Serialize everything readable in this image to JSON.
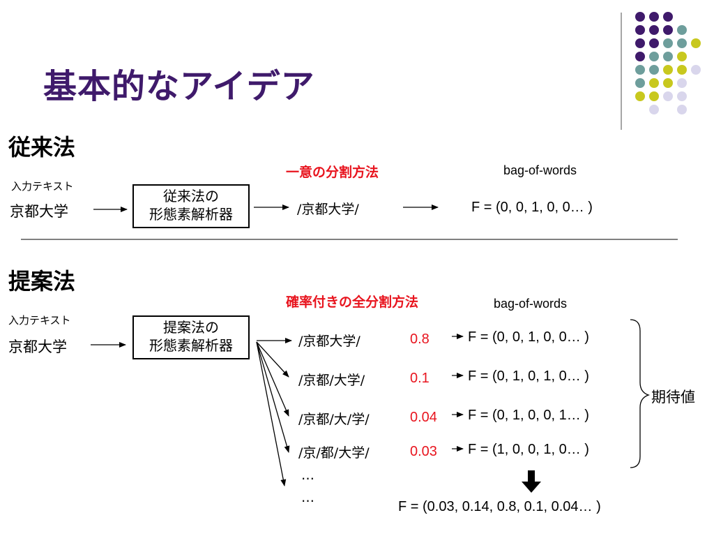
{
  "title": "基本的なアイデア",
  "decor": {
    "dots": [
      {
        "c": "#3f1a6b"
      },
      {
        "c": "#3f1a6b"
      },
      {
        "c": "#3f1a6b"
      },
      {
        "c": "#3f1a6b"
      },
      {
        "c": "#3f1a6b"
      },
      {
        "c": "#3f1a6b"
      },
      {
        "c": "#6e9e9c"
      },
      {
        "c": "#3f1a6b"
      },
      {
        "c": "#3f1a6b"
      },
      {
        "c": "#6e9e9c"
      },
      {
        "c": "#6e9e9c"
      },
      {
        "c": "#c8c81e"
      },
      {
        "c": "#3f1a6b"
      },
      {
        "c": "#6e9e9c"
      },
      {
        "c": "#6e9e9c"
      },
      {
        "c": "#c8c81e"
      },
      {
        "c": "#6e9e9c"
      },
      {
        "c": "#6e9e9c"
      },
      {
        "c": "#c8c81e"
      },
      {
        "c": "#c8c81e"
      },
      {
        "c": "#d9d6ec"
      },
      {
        "c": "#6e9e9c"
      },
      {
        "c": "#c8c81e"
      },
      {
        "c": "#c8c81e"
      },
      {
        "c": "#d9d6ec"
      },
      {
        "c": "#c8c81e"
      },
      {
        "c": "#c8c81e"
      },
      {
        "c": "#d9d6ec"
      },
      {
        "c": "#d9d6ec"
      },
      {
        "c": "#d9d6ec"
      },
      {
        "c": "#d9d6ec"
      }
    ]
  },
  "conventional": {
    "heading": "従来法",
    "input_label": "入力テキスト",
    "input_text": "京都大学",
    "box_line1": "従来法の",
    "box_line2": "形態素解析器",
    "method_label": "一意の分割方法",
    "segmentation": "/京都大学/",
    "bow_label": "bag-of-words",
    "vector": "F = (0, 0, 1, 0, 0… )"
  },
  "proposed": {
    "heading": "提案法",
    "input_label": "入力テキスト",
    "input_text": "京都大学",
    "box_line1": "提案法の",
    "box_line2": "形態素解析器",
    "method_label": "確率付きの全分割方法",
    "bow_label": "bag-of-words",
    "candidates": [
      {
        "seg": "/京都大学/",
        "prob": "0.8",
        "vec": "F = (0, 0, 1, 0, 0… )"
      },
      {
        "seg": "/京都/大学/",
        "prob": "0.1",
        "vec": "F = (0, 1, 0, 1, 0… )"
      },
      {
        "seg": "/京都/大/学/",
        "prob": "0.04",
        "vec": "F = (0, 1, 0, 0, 1… )"
      },
      {
        "seg": "/京/都/大学/",
        "prob": "0.03",
        "vec": "F = (1, 0, 0, 1, 0… )"
      }
    ],
    "ellipsis1": "…",
    "ellipsis2": "…",
    "expected_label": "期待値",
    "result": "F = (0.03, 0.14, 0.8, 0.1, 0.04… )"
  },
  "colors": {
    "accent_red": "#e8141e",
    "title_purple": "#3f1a6b"
  }
}
